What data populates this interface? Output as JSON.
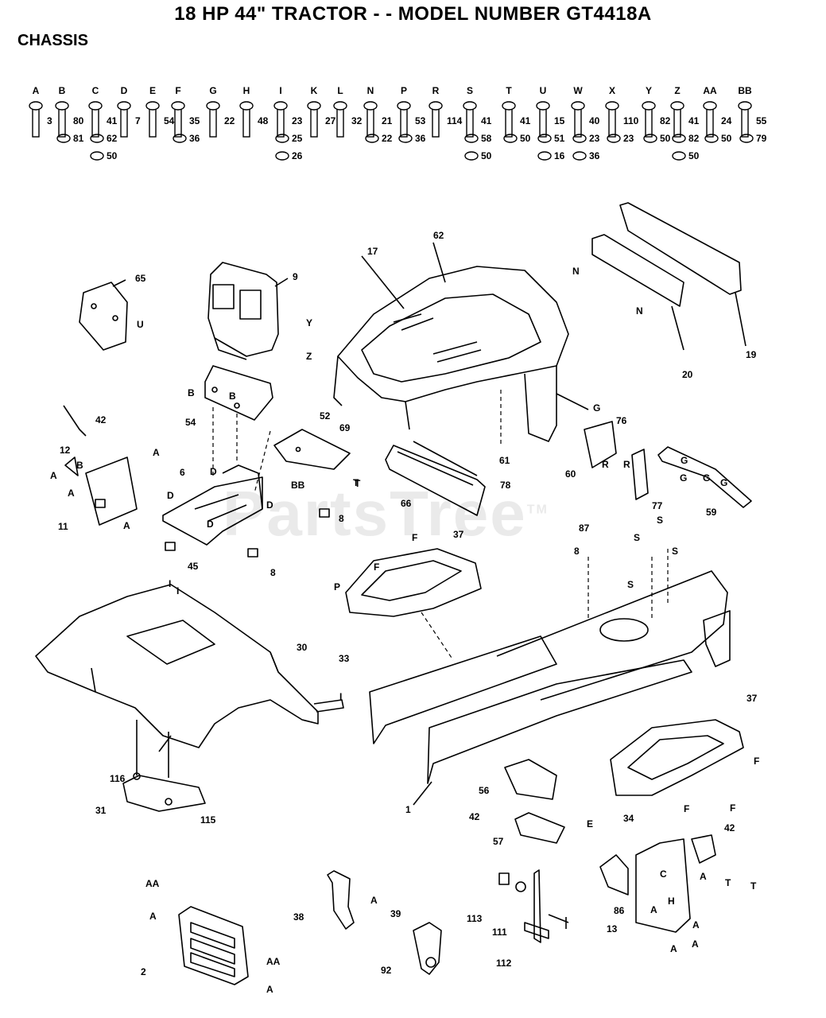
{
  "title": "18 HP 44\" TRACTOR - - MODEL NUMBER GT4418A",
  "section": "CHASSIS",
  "watermark": "PartsTree",
  "watermark_tm": "TM",
  "hardware": [
    {
      "letter": "A",
      "nums": [
        "3"
      ]
    },
    {
      "letter": "B",
      "nums": [
        "80",
        "81"
      ]
    },
    {
      "letter": "C",
      "nums": [
        "41",
        "62",
        "50"
      ]
    },
    {
      "letter": "D",
      "nums": [
        "7"
      ]
    },
    {
      "letter": "E",
      "nums": [
        "54"
      ]
    },
    {
      "letter": "F",
      "nums": [
        "35",
        "36"
      ]
    },
    {
      "letter": "G",
      "nums": [
        "22"
      ]
    },
    {
      "letter": "H",
      "nums": [
        "48"
      ]
    },
    {
      "letter": "I",
      "nums": [
        "23",
        "25",
        "26"
      ]
    },
    {
      "letter": "K",
      "nums": [
        "27"
      ]
    },
    {
      "letter": "L",
      "nums": [
        "32"
      ]
    },
    {
      "letter": "N",
      "nums": [
        "21",
        "22"
      ]
    },
    {
      "letter": "P",
      "nums": [
        "53",
        "36"
      ]
    },
    {
      "letter": "R",
      "nums": [
        "114"
      ]
    },
    {
      "letter": "S",
      "nums": [
        "41",
        "58",
        "50"
      ]
    },
    {
      "letter": "T",
      "nums": [
        "41",
        "50"
      ]
    },
    {
      "letter": "U",
      "nums": [
        "15",
        "51",
        "16"
      ]
    },
    {
      "letter": "W",
      "nums": [
        "40",
        "23",
        "36"
      ]
    },
    {
      "letter": "X",
      "nums": [
        "110",
        "23"
      ]
    },
    {
      "letter": "Y",
      "nums": [
        "82",
        "50"
      ]
    },
    {
      "letter": "Z",
      "nums": [
        "41",
        "82",
        "50"
      ]
    },
    {
      "letter": "AA",
      "nums": [
        "24",
        "50"
      ]
    },
    {
      "letter": "BB",
      "nums": [
        "55",
        "79"
      ]
    }
  ],
  "callouts": [
    "65",
    "U",
    "9",
    "Y",
    "Z",
    "17",
    "62",
    "N",
    "N",
    "20",
    "19",
    "B",
    "B",
    "54",
    "G",
    "T",
    "42",
    "12",
    "B",
    "A",
    "A",
    "A",
    "A",
    "11",
    "52",
    "69",
    "BB",
    "T",
    "6",
    "D",
    "D",
    "D",
    "D",
    "8",
    "45",
    "8",
    "61",
    "60",
    "76",
    "R",
    "R",
    "77",
    "G",
    "G",
    "G",
    "G",
    "59",
    "66",
    "78",
    "87",
    "8",
    "37",
    "F",
    "F",
    "P",
    "33",
    "S",
    "S",
    "S",
    "S",
    "I",
    "I",
    "30",
    "I",
    "116",
    "31",
    "115",
    "1",
    "37",
    "F",
    "F",
    "F",
    "34",
    "56",
    "42",
    "57",
    "E",
    "42",
    "C",
    "A",
    "T",
    "T",
    "86",
    "H",
    "A",
    "13",
    "A",
    "A",
    "A",
    "AA",
    "A",
    "AA",
    "2",
    "A",
    "38",
    "A",
    "39",
    "92",
    "113",
    "111",
    "112"
  ]
}
